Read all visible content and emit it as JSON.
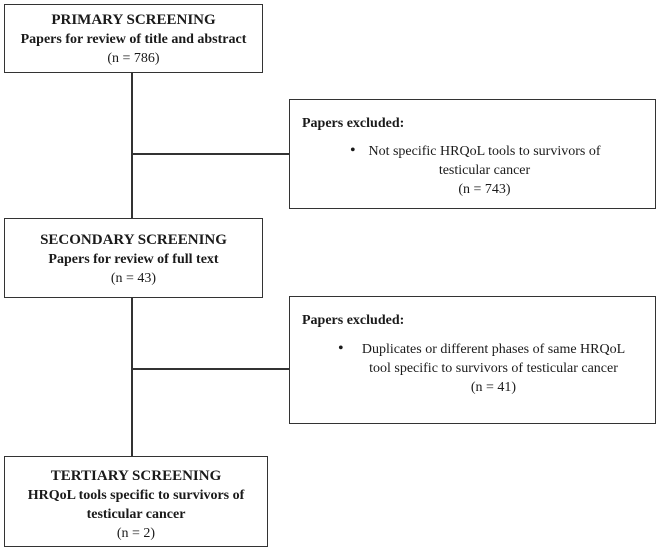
{
  "primary": {
    "title": "PRIMARY SCREENING",
    "subtitle": "Papers for review of title and abstract",
    "count": "(n = 786)"
  },
  "exclusion1": {
    "heading": "Papers excluded:",
    "reason": "Not specific HRQoL tools to survivors of testicular cancer",
    "count": "(n = 743)"
  },
  "secondary": {
    "title": "SECONDARY SCREENING",
    "subtitle": "Papers for review of full text",
    "count": "(n = 43)"
  },
  "exclusion2": {
    "heading": "Papers excluded:",
    "reason": "Duplicates or different phases of same HRQoL tool specific to survivors of testicular cancer",
    "count": "(n = 41)"
  },
  "tertiary": {
    "title": "TERTIARY SCREENING",
    "subtitle": "HRQoL tools specific to survivors of testicular cancer",
    "count": "(n = 2)"
  }
}
